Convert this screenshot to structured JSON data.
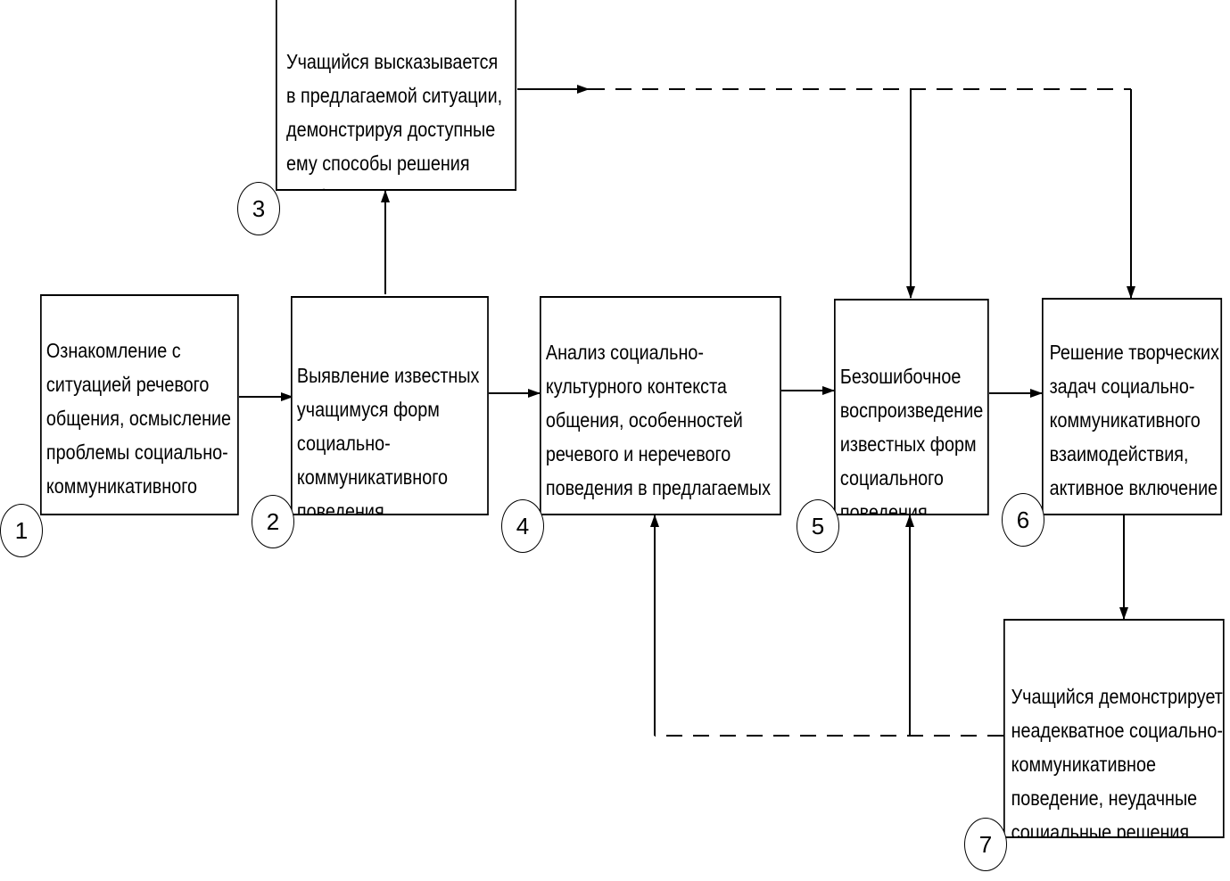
{
  "steps": [
    {
      "num": "1",
      "text": "Ознакомление с\nситуацией речевого\nобщения, осмысление\nпроблемы социально-\nкоммуникативного\nхарактера."
    },
    {
      "num": "2",
      "text": "Выявление известных\nучащимуся форм\nсоциально-\nкоммуникативного\nповедения"
    },
    {
      "num": "3",
      "text": "Учащийся высказывается\nв предлагаемой ситуации,\nдемонстрируя доступные\nему способы решения\nпроблемы"
    },
    {
      "num": "4",
      "text": "Анализ социально-\nкультурного контекста\nобщения, особенностей\nречевого и неречевого\nповедения в предлагаемых\nсоциальных ролях"
    },
    {
      "num": "5",
      "text": "Безошибочное\nвоспроизведение\nизвестных форм\nсоциального\nповедения"
    },
    {
      "num": "6",
      "text": "Решение творческих\nзадач социально-\nкоммуникативного\nвзаимодействия,\nактивное включение\nв социальную среду"
    },
    {
      "num": "7",
      "text": "Учащийся демонстрирует\nнеадекватное социально-\nкоммуникативное\nповедение, неудачные\nсоциальные решения"
    }
  ]
}
